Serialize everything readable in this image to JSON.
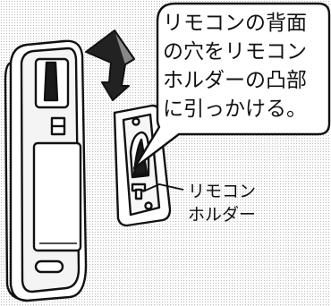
{
  "callout": {
    "lines": [
      "リモコンの背面",
      "の穴をリモコン",
      "ホルダーの凸部",
      "に引っかける。"
    ]
  },
  "holder_label": {
    "lines": [
      "リモコン",
      "ホルダー"
    ]
  }
}
